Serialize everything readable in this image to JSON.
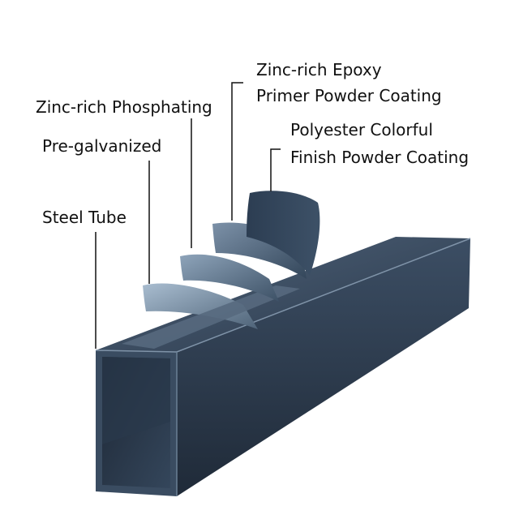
{
  "labels": {
    "steel_tube": "Steel Tube",
    "pre_galvanized": "Pre-galvanized",
    "zinc_rich_phosphating": "Zinc-rich Phosphating",
    "zinc_rich_epoxy_line1": "Zinc-rich Epoxy",
    "zinc_rich_epoxy_line2": "Primer Powder Coating",
    "polyester_line1": "Polyester Colorful",
    "polyester_line2": "Finish Powder Coating"
  },
  "colors": {
    "tube_dark": "#2b3a4d",
    "tube_mid": "#3e5066",
    "tube_light": "#5d7186",
    "layer_highlight": "#8aa1b8",
    "leader_line": "#111111",
    "text": "#111111"
  }
}
